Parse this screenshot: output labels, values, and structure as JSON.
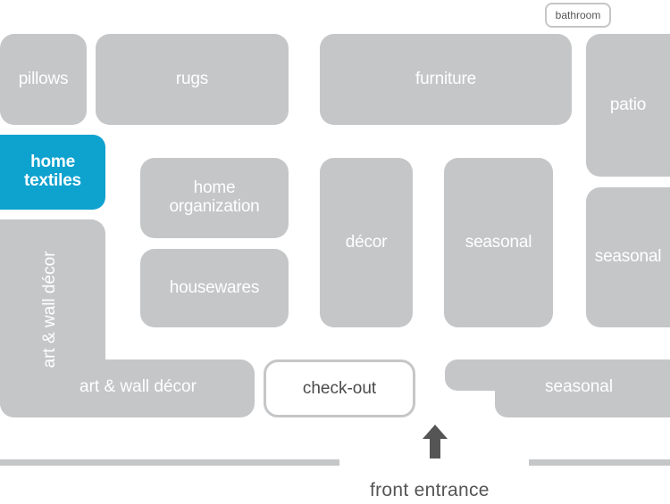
{
  "map": {
    "departments": {
      "bathroom": "bathroom",
      "pillows": "pillows",
      "rugs": "rugs",
      "furniture": "furniture",
      "patio": "patio",
      "home_textiles": "home textiles",
      "home_organization": "home organization",
      "decor": "décor",
      "seasonal_center": "seasonal",
      "seasonal_right": "seasonal",
      "art_wall_decor_vertical": "art & wall décor",
      "housewares": "housewares",
      "art_wall_decor_horizontal": "art & wall décor",
      "checkout": "check-out",
      "seasonal_bottom": "seasonal"
    },
    "entrance": "front entrance",
    "colors": {
      "zone": "#c5c6c8",
      "highlight": "#0ea2cf",
      "text_on_zone": "#ffffff",
      "entrance_text": "#555555"
    },
    "icons": {
      "entrance_arrow": "up-arrow-icon"
    }
  }
}
